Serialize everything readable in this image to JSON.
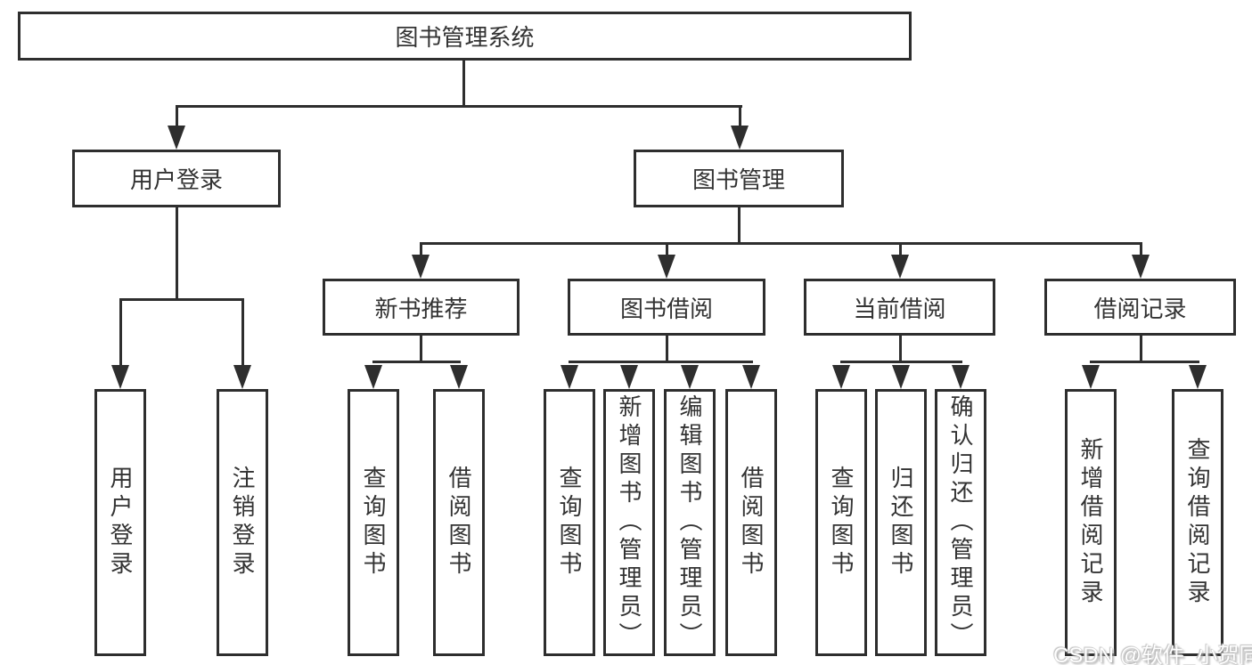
{
  "diagram_title": "图书管理系统",
  "colors": {
    "line": "#2e2e2e",
    "text": "#333333",
    "background": "#ffffff",
    "watermark_text": "#ffffff"
  },
  "tree": {
    "root": {
      "label": "图书管理系统"
    },
    "branches": [
      {
        "label": "用户登录",
        "children": [
          {
            "label": "用户登录"
          },
          {
            "label": "注销登录"
          }
        ]
      },
      {
        "label": "图书管理",
        "children": [
          {
            "label": "新书推荐",
            "children": [
              {
                "label": "查询图书"
              },
              {
                "label": "借阅图书"
              }
            ]
          },
          {
            "label": "图书借阅",
            "children": [
              {
                "label": "查询图书"
              },
              {
                "label": "新增图书（管理员）"
              },
              {
                "label": "编辑图书（管理员）"
              },
              {
                "label": "借阅图书"
              }
            ]
          },
          {
            "label": "当前借阅",
            "children": [
              {
                "label": "查询图书"
              },
              {
                "label": "归还图书"
              },
              {
                "label": "确认归还（管理员）"
              }
            ]
          },
          {
            "label": "借阅记录",
            "children": [
              {
                "label": "新增借阅记录"
              },
              {
                "label": "查询借阅记录"
              }
            ]
          }
        ]
      }
    ]
  },
  "watermark": {
    "text": "CSDN @软件_小贺同学"
  }
}
